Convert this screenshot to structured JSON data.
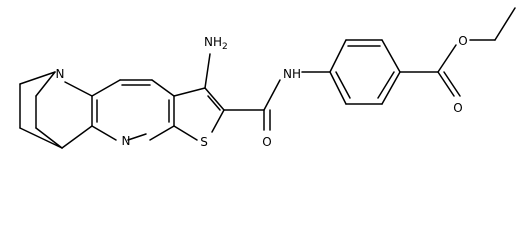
{
  "molecule": {
    "atom_labels": {
      "n_bridge": "N",
      "n_pyridine": "N",
      "s_thiophene": "S",
      "amino": "NH",
      "amino_subscript": "2",
      "amide_o": "O",
      "amide_nh": "NH",
      "ester_o_ether": "O",
      "ester_o_carbonyl": "O"
    }
  }
}
